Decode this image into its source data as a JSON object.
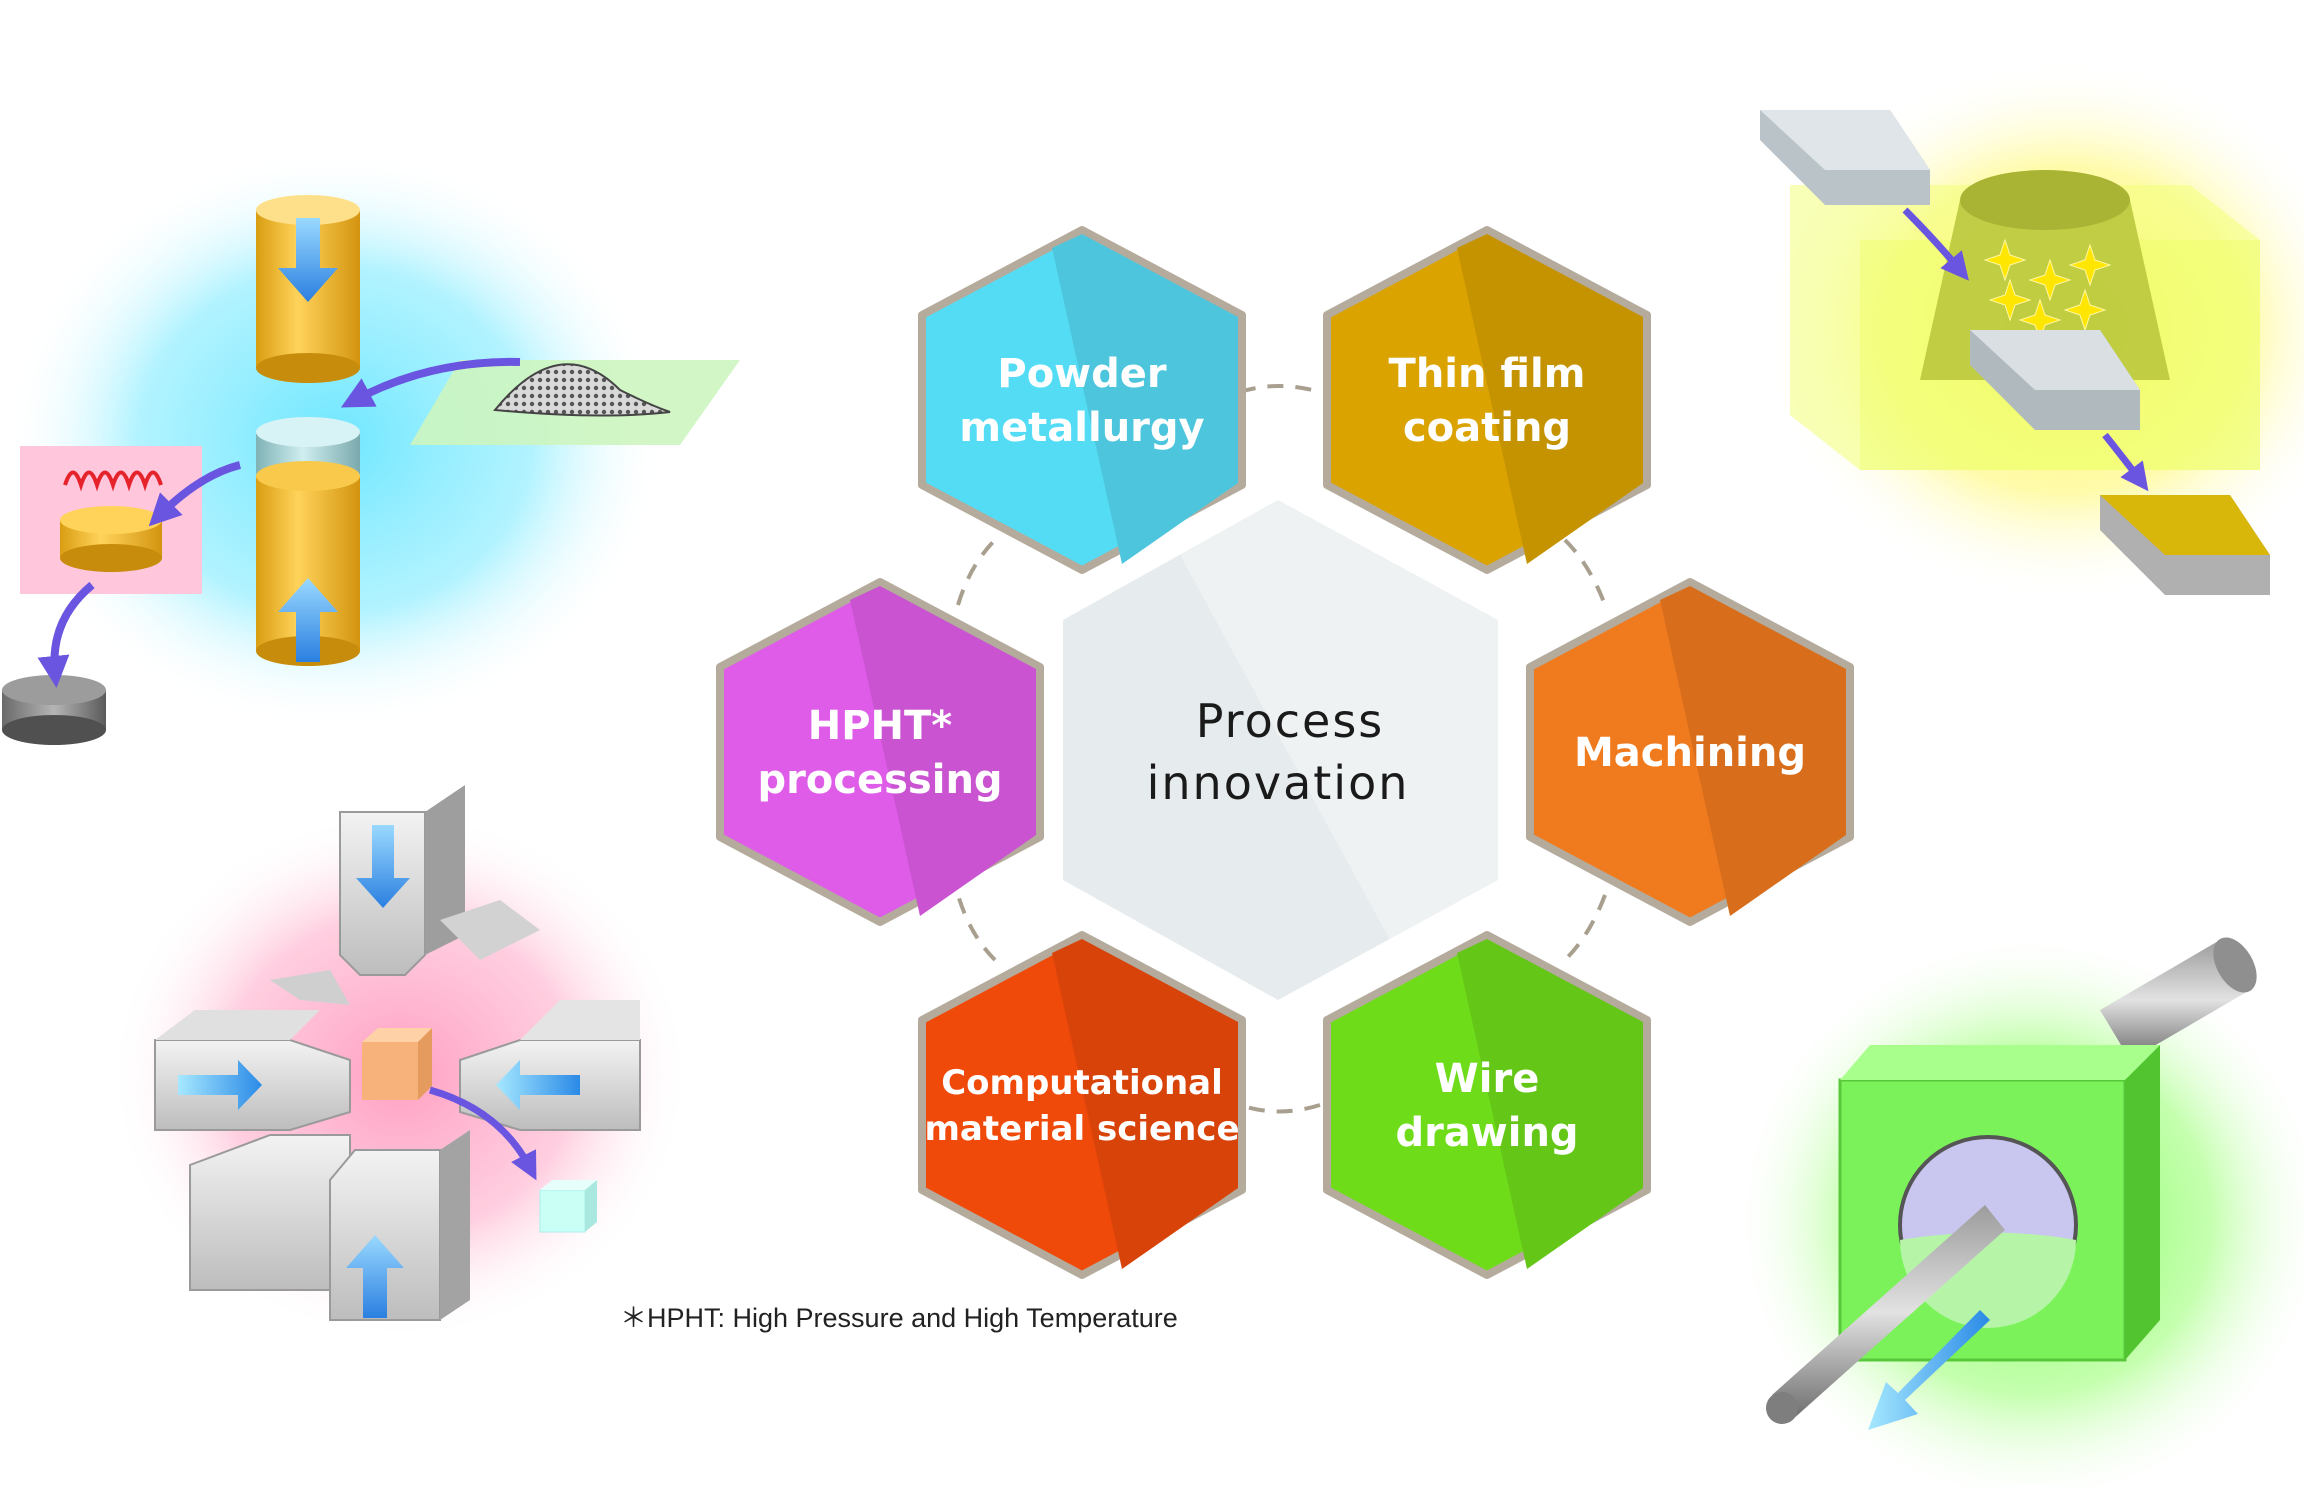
{
  "diagram": {
    "center": {
      "lines": [
        "Process",
        "innovation"
      ],
      "color": "#e6ebed"
    },
    "hexagons": [
      {
        "id": "powder-metallurgy",
        "lines": [
          "Powder",
          "metallurgy"
        ],
        "color": "#55dcf5"
      },
      {
        "id": "thin-film-coating",
        "lines": [
          "Thin film",
          "coating"
        ],
        "color": "#dba300"
      },
      {
        "id": "machining",
        "lines": [
          "Machining"
        ],
        "color": "#f07a1e"
      },
      {
        "id": "wire-drawing",
        "lines": [
          "Wire",
          "drawing"
        ],
        "color": "#6fdc1a"
      },
      {
        "id": "computational-material-science",
        "lines": [
          "Computational",
          "material science"
        ],
        "color": "#f04a0a"
      },
      {
        "id": "hpht-processing",
        "lines": [
          "HPHT*",
          "processing"
        ],
        "color": "#df5ce8"
      }
    ],
    "footnote": "＊HPHT: High Pressure and High Temperature",
    "glow_colors": {
      "powder": "#6fe7ff",
      "hpht": "#ff9fc2",
      "coating": "#fff566",
      "wire": "#7dff5a"
    }
  }
}
